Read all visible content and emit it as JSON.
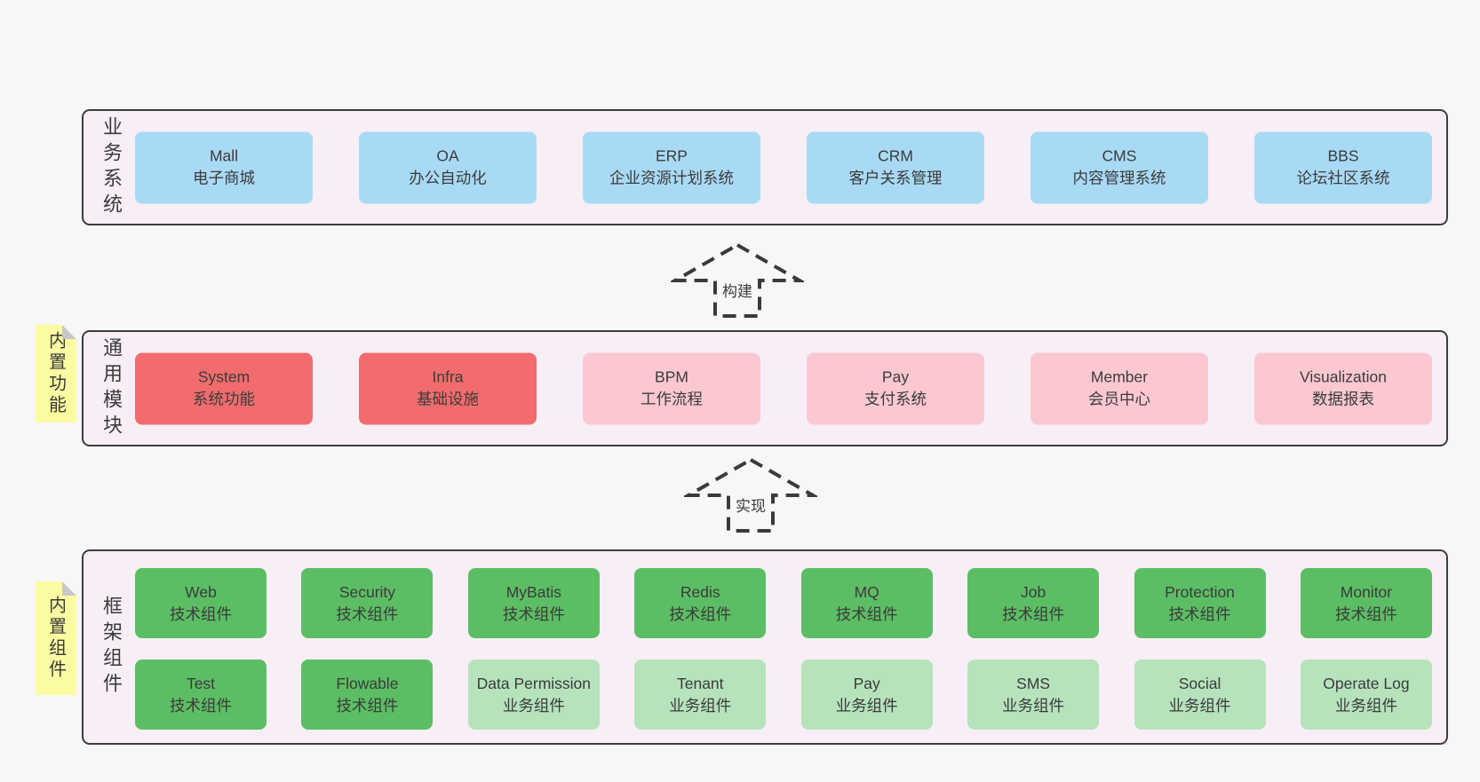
{
  "colors": {
    "page_bg": "#f7f7f7",
    "panel_bg": "#f8eef6",
    "panel_border": "#3d3d3d",
    "blue": "#a9daf5",
    "red": "#f26c6d",
    "pink": "#fbc8d2",
    "green": "#5cbe64",
    "light_green": "#b6e3bc",
    "sticky_bg": "#fbfba1",
    "sticky_fold": "#c8c8c8",
    "arrow_stroke": "#3a3a3a",
    "text": "#3b3b3b"
  },
  "layers": [
    {
      "label": "业务系统",
      "boxes": [
        {
          "title": "Mall",
          "subtitle": "电子商城",
          "variant": "blue"
        },
        {
          "title": "OA",
          "subtitle": "办公自动化",
          "variant": "blue"
        },
        {
          "title": "ERP",
          "subtitle": "企业资源计划系统",
          "variant": "blue"
        },
        {
          "title": "CRM",
          "subtitle": "客户关系管理",
          "variant": "blue"
        },
        {
          "title": "CMS",
          "subtitle": "内容管理系统",
          "variant": "blue"
        },
        {
          "title": "BBS",
          "subtitle": "论坛社区系统",
          "variant": "blue"
        }
      ]
    },
    {
      "label": "通用模块",
      "sticky_note": "内置功能",
      "boxes": [
        {
          "title": "System",
          "subtitle": "系统功能",
          "variant": "red"
        },
        {
          "title": "Infra",
          "subtitle": "基础设施",
          "variant": "red"
        },
        {
          "title": "BPM",
          "subtitle": "工作流程",
          "variant": "pink"
        },
        {
          "title": "Pay",
          "subtitle": "支付系统",
          "variant": "pink"
        },
        {
          "title": "Member",
          "subtitle": "会员中心",
          "variant": "pink"
        },
        {
          "title": "Visualization",
          "subtitle": "数据报表",
          "variant": "pink"
        }
      ]
    },
    {
      "label": "框架组件",
      "sticky_note": "内置组件",
      "rows": [
        [
          {
            "title": "Web",
            "subtitle": "技术组件",
            "variant": "green"
          },
          {
            "title": "Security",
            "subtitle": "技术组件",
            "variant": "green"
          },
          {
            "title": "MyBatis",
            "subtitle": "技术组件",
            "variant": "green"
          },
          {
            "title": "Redis",
            "subtitle": "技术组件",
            "variant": "green"
          },
          {
            "title": "MQ",
            "subtitle": "技术组件",
            "variant": "green"
          },
          {
            "title": "Job",
            "subtitle": "技术组件",
            "variant": "green"
          },
          {
            "title": "Protection",
            "subtitle": "技术组件",
            "variant": "green"
          },
          {
            "title": "Monitor",
            "subtitle": "技术组件",
            "variant": "green"
          }
        ],
        [
          {
            "title": "Test",
            "subtitle": "技术组件",
            "variant": "green"
          },
          {
            "title": "Flowable",
            "subtitle": "技术组件",
            "variant": "green"
          },
          {
            "title": "Data Permission",
            "subtitle": "业务组件",
            "variant": "light-green"
          },
          {
            "title": "Tenant",
            "subtitle": "业务组件",
            "variant": "light-green"
          },
          {
            "title": "Pay",
            "subtitle": "业务组件",
            "variant": "light-green"
          },
          {
            "title": "SMS",
            "subtitle": "业务组件",
            "variant": "light-green"
          },
          {
            "title": "Social",
            "subtitle": "业务组件",
            "variant": "light-green"
          },
          {
            "title": "Operate Log",
            "subtitle": "业务组件",
            "variant": "light-green"
          }
        ]
      ]
    }
  ],
  "arrows": [
    {
      "label": "构建"
    },
    {
      "label": "实现"
    }
  ]
}
